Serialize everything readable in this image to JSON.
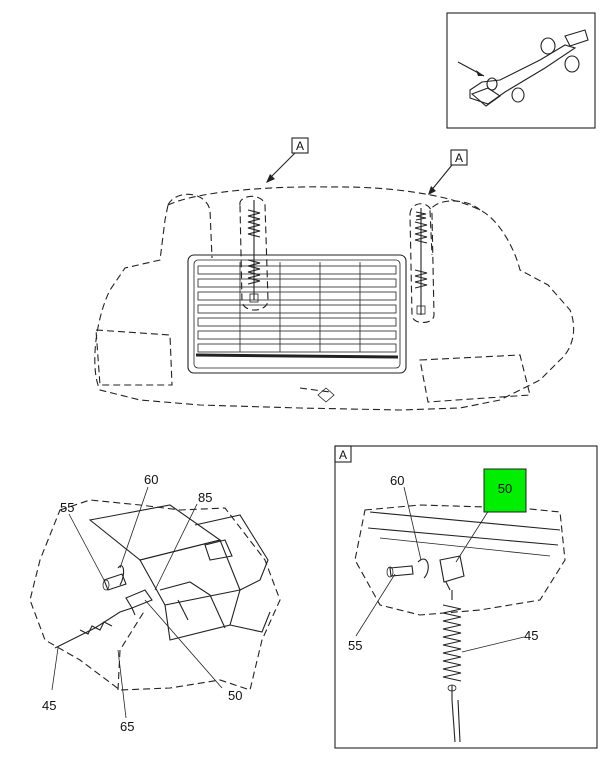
{
  "callouts": {
    "view_ref_left": "A",
    "view_ref_right": "A",
    "detail_ref": "A"
  },
  "left_detail": {
    "p60": "60",
    "p55": "55",
    "p85": "85",
    "p45": "45",
    "p50": "50",
    "p65": "65"
  },
  "right_detail": {
    "p60": "60",
    "p50": "50",
    "p55": "55",
    "p45": "45",
    "highlight_color": "#00ee00"
  }
}
